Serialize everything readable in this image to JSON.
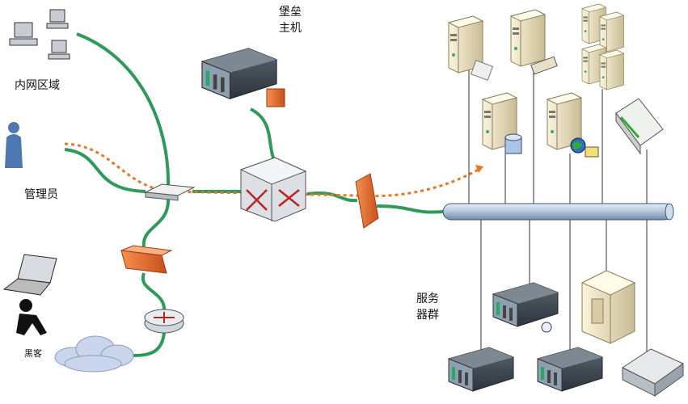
{
  "labels": {
    "intranet": "内网区域",
    "admin": "管理员",
    "hacker": "黑客",
    "bastion_line1": "堡垒",
    "bastion_line2": "主机",
    "servers_line1": "服务",
    "servers_line2": "器群"
  },
  "colors": {
    "link": "#2e9a5a",
    "access_path": "#e87722",
    "bus": "#b8cbe0",
    "firewall": "#e8692a"
  },
  "icons": [
    "workstation-icon",
    "person-icon",
    "laptop-icon",
    "hacker-icon",
    "cloud-icon",
    "router-icon",
    "firewall-icon",
    "switch-icon",
    "rack-server-icon",
    "core-router-icon",
    "tower-server-icon",
    "database-icon",
    "web-globe-icon",
    "modem-icon",
    "network-bus-icon"
  ]
}
